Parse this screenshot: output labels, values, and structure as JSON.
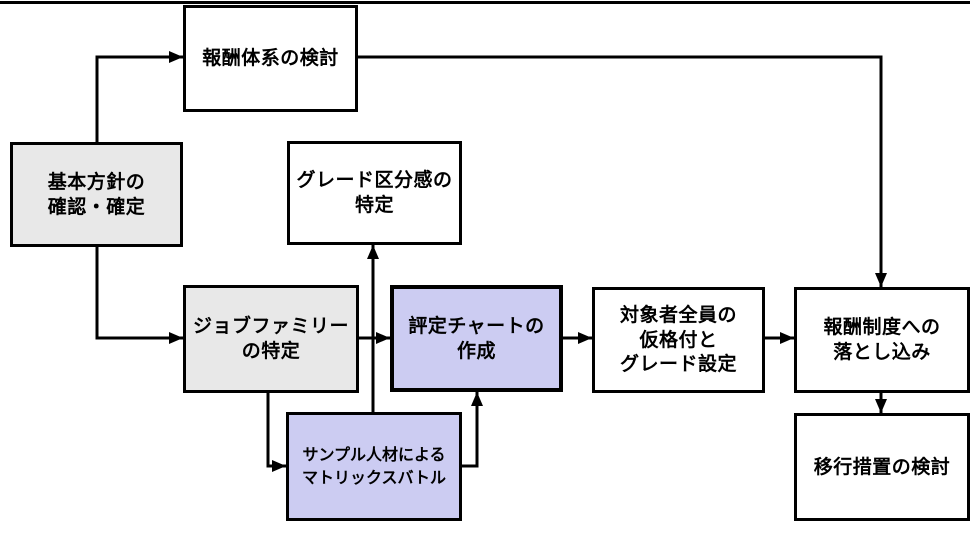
{
  "diagram": {
    "type": "flowchart",
    "language": "ja",
    "colors": {
      "background": "#ffffff",
      "box_border": "#000000",
      "line": "#000000",
      "text": "#000000",
      "white_fill": "#ffffff",
      "gray_fill": "#e8e8e8",
      "lavender_fill": "#ccccf2"
    },
    "nodes": {
      "hoshu_taikei": {
        "label": "報酬体系の検討",
        "fill": "white"
      },
      "kihon_hoshin": {
        "label": "基本方針の\n確認・確定",
        "fill": "gray"
      },
      "grade_kubun": {
        "label": "グレード区分感の\n特定",
        "fill": "white"
      },
      "job_family": {
        "label": "ジョブファミリー\nの特定",
        "fill": "gray"
      },
      "hyotei_chart": {
        "label": "評定チャートの\n作成",
        "fill": "lavender"
      },
      "taishosha": {
        "label": "対象者全員の\n仮格付と\nグレード設定",
        "fill": "white"
      },
      "hoshu_seido": {
        "label": "報酬制度への\n落とし込み",
        "fill": "white"
      },
      "sample_jinzai": {
        "label": "サンプル人材による\nマトリックスバトル",
        "fill": "lavender"
      },
      "iko_sochi": {
        "label": "移行措置の検討",
        "fill": "white"
      }
    },
    "edges": [
      {
        "from": "kihon_hoshin",
        "to": "hoshu_taikei"
      },
      {
        "from": "hoshu_taikei",
        "to": "hoshu_seido"
      },
      {
        "from": "kihon_hoshin",
        "to": "job_family"
      },
      {
        "from": "job_family",
        "to": "hyotei_chart"
      },
      {
        "from": "job_family",
        "to": "sample_jinzai"
      },
      {
        "from": "sample_jinzai",
        "to": "grade_kubun"
      },
      {
        "from": "sample_jinzai",
        "to": "hyotei_chart"
      },
      {
        "from": "hyotei_chart",
        "to": "taishosha"
      },
      {
        "from": "taishosha",
        "to": "hoshu_seido"
      },
      {
        "from": "hoshu_seido",
        "to": "iko_sochi"
      }
    ]
  }
}
